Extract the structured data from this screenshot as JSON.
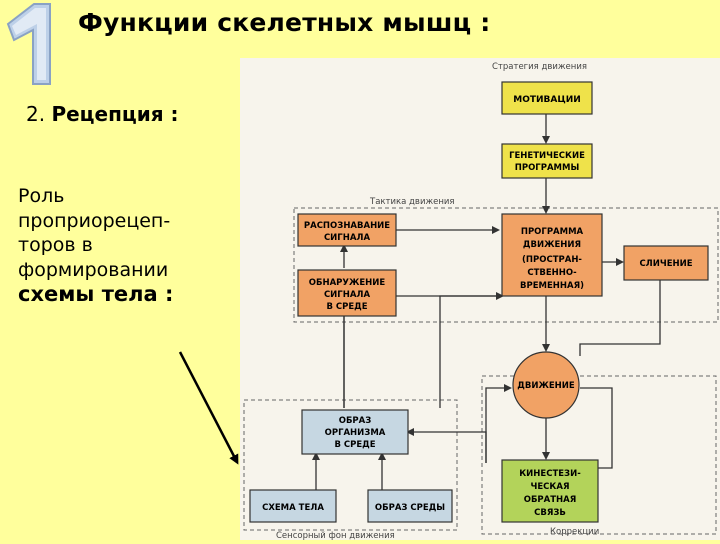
{
  "slide": {
    "big_numeral": "1",
    "title": "Функции скелетных мышц :",
    "subtitle_number": "2.",
    "subtitle_label": "Рецепция :",
    "description_lines": [
      "Роль",
      "проприорецеп-",
      "торов в",
      "формировании"
    ],
    "description_bold": "схемы тела :"
  },
  "diagram": {
    "sections": {
      "strategy": "Стратегия движения",
      "tactics": "Тактика движения",
      "sensory": "Сенсорный фон движения",
      "correction": "Коррекции"
    },
    "boxes": {
      "motivation": [
        "МОТИВАЦИИ"
      ],
      "genetic": [
        "ГЕНЕТИЧЕСКИЕ",
        "ПРОГРАММЫ"
      ],
      "recognition": [
        "РАСПОЗНАВАНИЕ",
        "СИГНАЛА"
      ],
      "detection": [
        "ОБНАРУЖЕНИЕ",
        "СИГНАЛА",
        "В СРЕДЕ"
      ],
      "program": [
        "ПРОГРАММА",
        "ДВИЖЕНИЯ",
        "(ПРОСТРАН-",
        "СТВЕННО-",
        "ВРЕМЕННАЯ)"
      ],
      "comparison": [
        "СЛИЧЕНИЕ"
      ],
      "movement": [
        "ДВИЖЕНИЕ"
      ],
      "body_image": [
        "ОБРАЗ",
        "ОРГАНИЗМА",
        "В СРЕДЕ"
      ],
      "body_schema": [
        "СХЕМА ТЕЛА"
      ],
      "env_image": [
        "ОБРАЗ СРЕДЫ"
      ],
      "kinesthetic": [
        "КИНЕСТЕЗИ-",
        "ЧЕСКАЯ",
        "ОБРАТНАЯ",
        "СВЯЗЬ"
      ]
    }
  },
  "colors": {
    "background": "#ffff9c",
    "yellow_box": "#efe24a",
    "orange_box": "#f1a265",
    "blue_box": "#c6d7e2",
    "green_box": "#b3d35a",
    "numeral_fill": "#bdd0e8"
  }
}
